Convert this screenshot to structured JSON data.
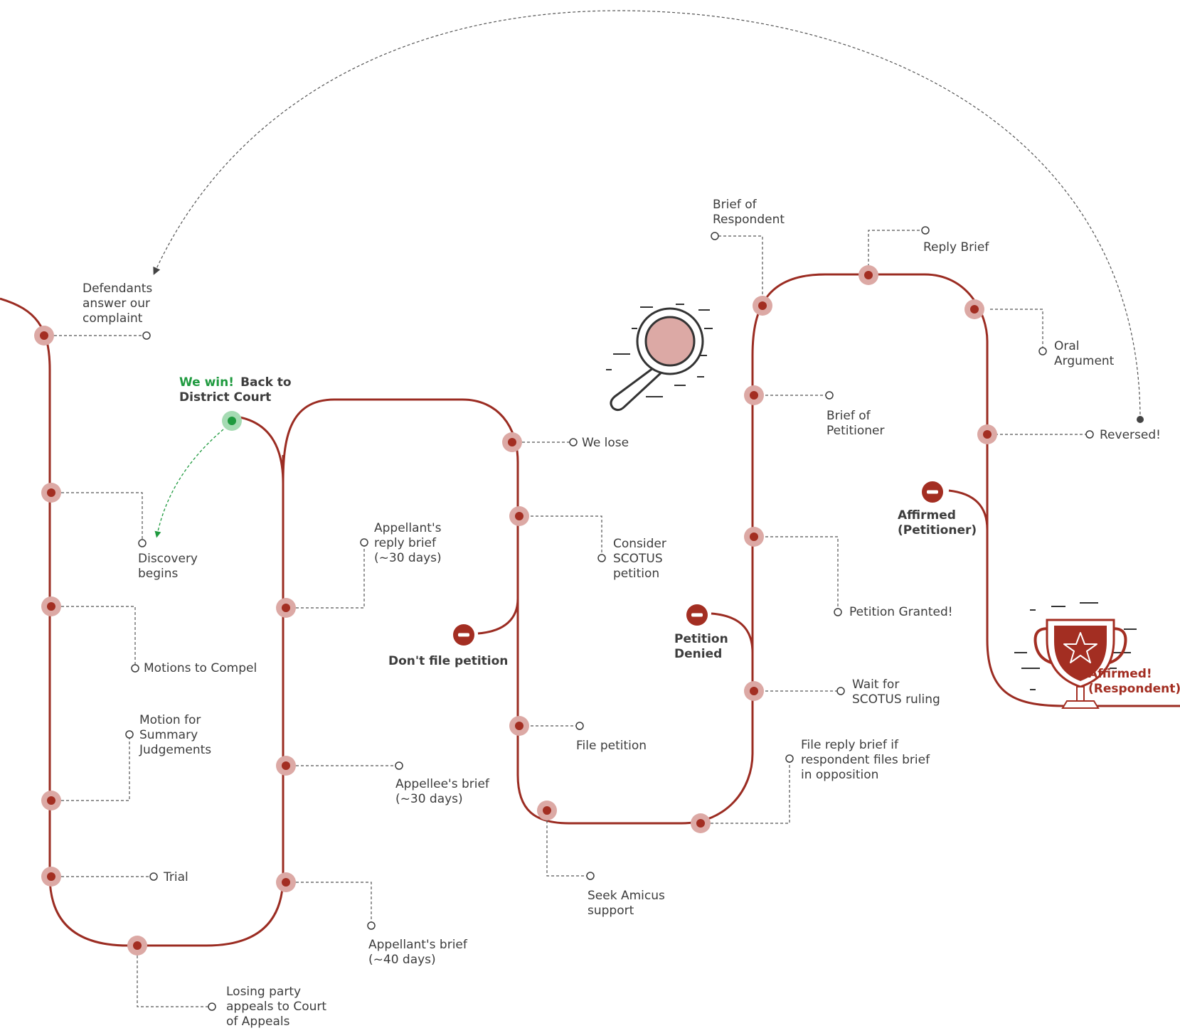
{
  "colors": {
    "track": "#9b2c22",
    "node_halo": "#dca9a5",
    "node_core": "#a32e22",
    "win": "#1f9a3f",
    "leader": "#555555"
  },
  "icons": {
    "magnifier": "magnifier-icon",
    "trophy": "trophy-icon",
    "stop": "stop-icon",
    "win_dot": "win-dot-icon"
  },
  "labels": {
    "defendants_answer": [
      "Defendants",
      "answer our",
      "complaint"
    ],
    "discovery_begins": [
      "Discovery",
      "begins"
    ],
    "motions_to_compel": [
      "Motions to Compel"
    ],
    "motion_summary": [
      "Motion for",
      "Summary",
      "Judgements"
    ],
    "trial": [
      "Trial"
    ],
    "losing_party": [
      "Losing party",
      "appeals to Court",
      "of Appeals"
    ],
    "we_win": "We win!",
    "back_to_district": [
      "Back to",
      "District Court"
    ],
    "appellants_reply": [
      "Appellant's",
      "reply brief",
      "(~30 days)"
    ],
    "appellees_brief": [
      "Appellee's brief",
      "(~30 days)"
    ],
    "appellants_brief": [
      "Appellant's brief",
      "(~40 days)"
    ],
    "we_lose": [
      "We lose"
    ],
    "consider_scotus": [
      "Consider",
      "SCOTUS",
      "petition"
    ],
    "dont_file": [
      "Don't file petition"
    ],
    "file_petition": [
      "File petition"
    ],
    "seek_amicus": [
      "Seek Amicus",
      "support"
    ],
    "file_reply_if": [
      "File reply brief if",
      "respondent files brief",
      "in opposition"
    ],
    "wait_scotus": [
      "Wait for",
      "SCOTUS ruling"
    ],
    "petition_denied": [
      "Petition",
      "Denied"
    ],
    "petition_granted": [
      "Petition Granted!"
    ],
    "brief_petitioner": [
      "Brief  of",
      "Petitioner"
    ],
    "brief_respondent": [
      "Brief of",
      "Respondent"
    ],
    "reply_brief": [
      "Reply Brief"
    ],
    "oral_argument": [
      "Oral",
      "Argument"
    ],
    "reversed": [
      "Reversed!"
    ],
    "affirmed_petitioner": [
      "Affirmed",
      "(Petitioner)"
    ],
    "affirmed_respondent": [
      "Affirmed!",
      "(Respondent)"
    ]
  }
}
